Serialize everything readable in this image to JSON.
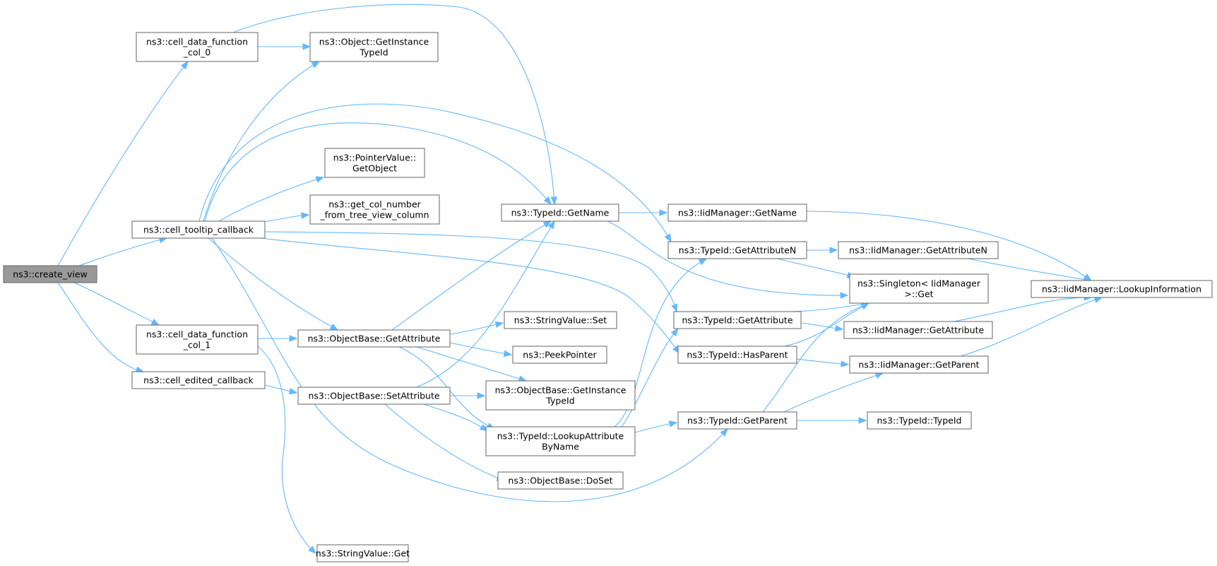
{
  "graph": {
    "title": "",
    "colors": {
      "edge": "#63b8ff",
      "node_border": "#666666",
      "root_fill": "#999999",
      "node_fill": "#ffffff"
    },
    "nodes": [
      {
        "id": "create_view",
        "lines": [
          "ns3::create_view"
        ],
        "root": true
      },
      {
        "id": "cdf_col_0",
        "lines": [
          "ns3::cell_data_function",
          "_col_0"
        ]
      },
      {
        "id": "obj_get_instance_typeid_1",
        "lines": [
          "ns3::Object::GetInstance",
          "TypeId"
        ]
      },
      {
        "id": "cell_tooltip_callback",
        "lines": [
          "ns3::cell_tooltip_callback"
        ]
      },
      {
        "id": "pointervalue_getobject",
        "lines": [
          "ns3::PointerValue::",
          "GetObject"
        ]
      },
      {
        "id": "get_col_number",
        "lines": [
          "ns3::get_col_number",
          "_from_tree_view_column"
        ]
      },
      {
        "id": "typeid_getname",
        "lines": [
          "ns3::TypeId::GetName"
        ]
      },
      {
        "id": "iidmgr_getname",
        "lines": [
          "ns3::IidManager::GetName"
        ]
      },
      {
        "id": "typeid_getattributen",
        "lines": [
          "ns3::TypeId::GetAttributeN"
        ]
      },
      {
        "id": "iidmgr_getattributen",
        "lines": [
          "ns3::IidManager::GetAttributeN"
        ]
      },
      {
        "id": "singleton_get",
        "lines": [
          "ns3::Singleton< IidManager",
          " >::Get"
        ]
      },
      {
        "id": "iidmgr_lookupinformation",
        "lines": [
          "ns3::IidManager::LookupInformation"
        ]
      },
      {
        "id": "cdf_col_1",
        "lines": [
          "ns3::cell_data_function",
          "_col_1"
        ]
      },
      {
        "id": "objbase_getattribute",
        "lines": [
          "ns3::ObjectBase::GetAttribute"
        ]
      },
      {
        "id": "stringvalue_set",
        "lines": [
          "ns3::StringValue::Set"
        ]
      },
      {
        "id": "typeid_getattribute",
        "lines": [
          "ns3::TypeId::GetAttribute"
        ]
      },
      {
        "id": "iidmgr_getattribute",
        "lines": [
          "ns3::IidManager::GetAttribute"
        ]
      },
      {
        "id": "peekpointer",
        "lines": [
          "ns3::PeekPointer"
        ]
      },
      {
        "id": "typeid_hasparent",
        "lines": [
          "ns3::TypeId::HasParent"
        ]
      },
      {
        "id": "iidmgr_getparent",
        "lines": [
          "ns3::IidManager::GetParent"
        ]
      },
      {
        "id": "cell_edited_callback",
        "lines": [
          "ns3::cell_edited_callback"
        ]
      },
      {
        "id": "objbase_setattribute",
        "lines": [
          "ns3::ObjectBase::SetAttribute"
        ]
      },
      {
        "id": "objbase_get_instance_typeid",
        "lines": [
          "ns3::ObjectBase::GetInstance",
          "TypeId"
        ]
      },
      {
        "id": "typeid_lookupattributebyname",
        "lines": [
          "ns3::TypeId::LookupAttribute",
          "ByName"
        ]
      },
      {
        "id": "typeid_getparent",
        "lines": [
          "ns3::TypeId::GetParent"
        ]
      },
      {
        "id": "typeid_typeid",
        "lines": [
          "ns3::TypeId::TypeId"
        ]
      },
      {
        "id": "objbase_doset",
        "lines": [
          "ns3::ObjectBase::DoSet"
        ]
      },
      {
        "id": "stringvalue_get",
        "lines": [
          "ns3::StringValue::Get"
        ]
      }
    ]
  }
}
